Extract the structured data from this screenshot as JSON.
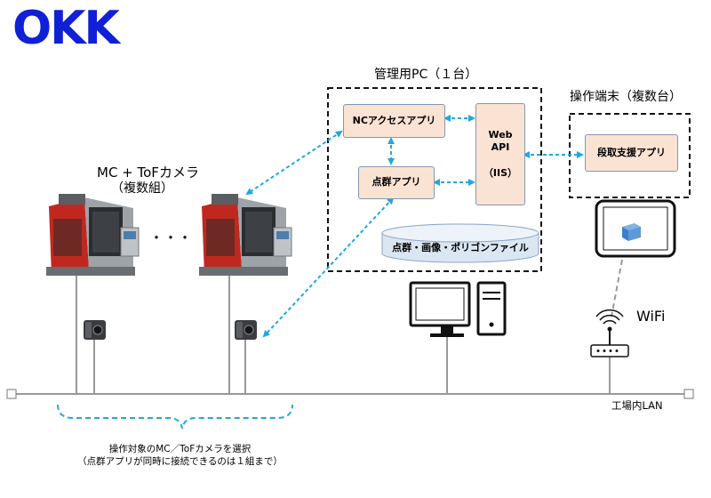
{
  "logo_text": "OKK",
  "management_pc": {
    "title": "管理用PC（１台）",
    "nc_access_app": "NCアクセスアプリ",
    "point_cloud_app": "点群アプリ",
    "web_api_title": "Web\nAPI",
    "web_api_sub": "（IIS）",
    "storage": "点群・画像・ポリゴンファイル"
  },
  "terminal": {
    "title": "操作端末（複数台）",
    "setup_app": "段取支援アプリ"
  },
  "machines": {
    "title_line1": "MC + ToFカメラ",
    "title_line2": "（複数組）",
    "ellipsis": "・・・"
  },
  "network": {
    "wifi_label": "WiFi",
    "lan_label": "工場内LAN"
  },
  "selection_note": {
    "line1": "操作対象のMC／ToFカメラを選択",
    "line2": "（点群アプリが同時に接続できるのは１組まで）"
  },
  "colors": {
    "logo": "#1020d6",
    "app_box_fill": "#fbe3d4",
    "app_box_border": "#7f98b4",
    "arrow": "#1fa8e0",
    "storage_fill": "#dbe6f3",
    "machine_red": "#c0281f"
  }
}
